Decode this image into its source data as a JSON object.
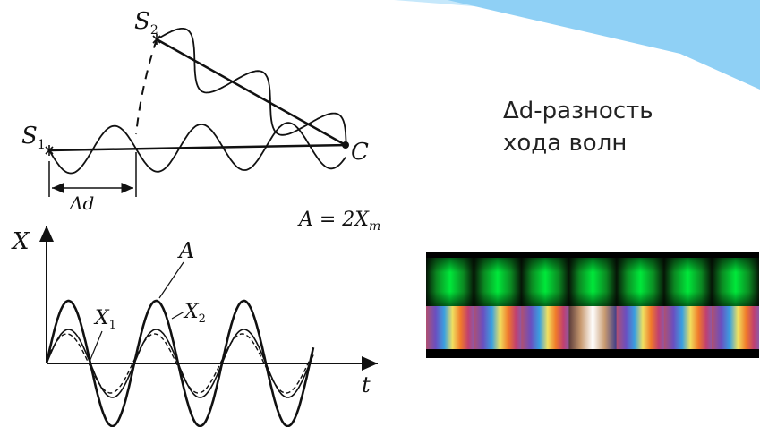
{
  "caption": {
    "line1": "Δd-разность",
    "line2": "хода волн"
  },
  "labels": {
    "s1_main": "S",
    "s1_sub": "1",
    "s2_main": "S",
    "s2_sub": "2",
    "point_c": "C",
    "delta_d": "Δd",
    "amplitude_formula": "A = 2X",
    "amplitude_formula_sub": "m",
    "axis_x": "X",
    "axis_t": "t",
    "curve_a": "A",
    "curve_x1_main": "X",
    "curve_x1_sub": "1",
    "curve_x2_main": "X",
    "curve_x2_sub": "2"
  },
  "colors": {
    "decor_blue": "#8fd0f5",
    "decor_blue_light": "#c6e8fb",
    "ink": "#111111",
    "fringe_green": "#00e83a",
    "fringe_dark": "#061406",
    "panel_black": "#000000"
  },
  "fringes": {
    "green_band_count": 7,
    "spectrum_band_count": 7
  }
}
